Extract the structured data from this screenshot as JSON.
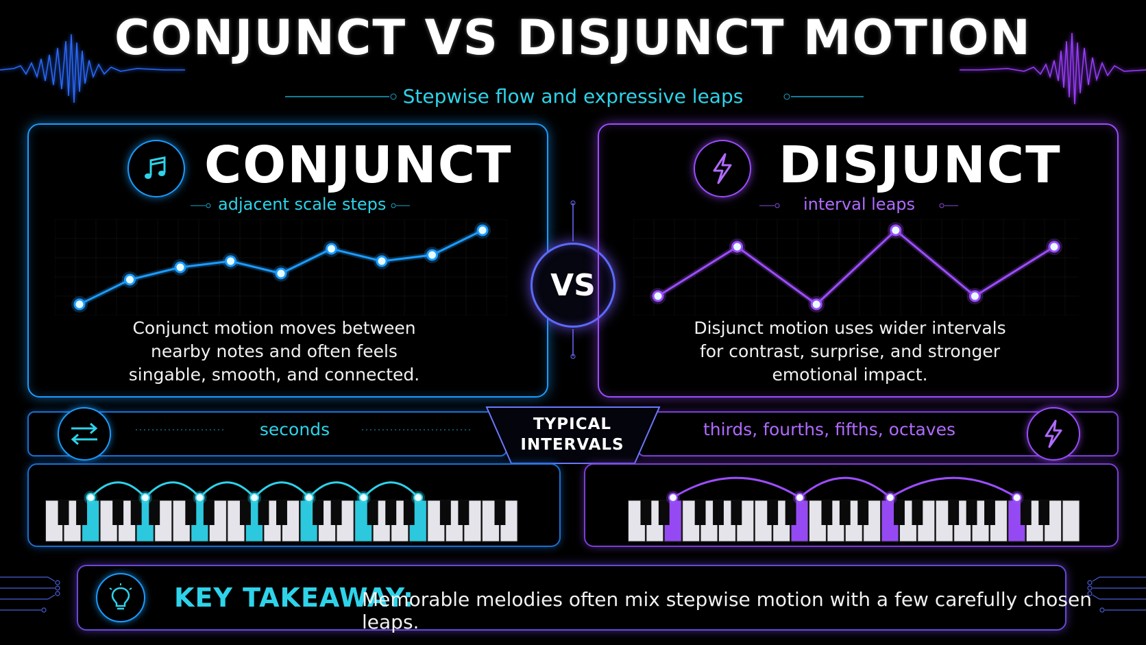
{
  "title": "CONJUNCT VS DISJUNCT MOTION",
  "subtitle": "Stepwise flow and expressive leaps",
  "colors": {
    "cyan": "#2ed3ea",
    "blue": "#1c9cff",
    "purple": "#9d4dff",
    "violet": "#b06bff",
    "background": "#000000"
  },
  "conjunct": {
    "heading": "CONJUNCT",
    "subheading": "adjacent scale steps",
    "icon": "music-note-icon",
    "description_lines": [
      "Conjunct motion moves between",
      "nearby notes and often feels",
      "singable, smooth, and connected."
    ],
    "melody_contour": [
      1,
      3,
      4,
      4.5,
      3.5,
      5.5,
      4.5,
      5,
      7
    ],
    "typical_intervals": "seconds",
    "interval_icon": "arrows-exchange-icon"
  },
  "vs_label": "VS",
  "disjunct": {
    "heading": "DISJUNCT",
    "subheading": "interval leaps",
    "icon": "lightning-bolt-icon",
    "description_lines": [
      "Disjunct motion uses wider intervals",
      "for contrast, surprise, and stronger",
      "emotional impact."
    ],
    "melody_contour": [
      1,
      7,
      0,
      9,
      1,
      7
    ],
    "typical_intervals": "thirds, fourths, fifths, octaves",
    "interval_icon": "lightning-bolt-icon"
  },
  "typical_intervals_label": [
    "TYPICAL",
    "INTERVALS"
  ],
  "takeaway": {
    "label": "KEY TAKEAWAY:",
    "text": "Memorable melodies often mix stepwise motion with a few carefully chosen leaps.",
    "icon": "lightbulb-icon"
  }
}
